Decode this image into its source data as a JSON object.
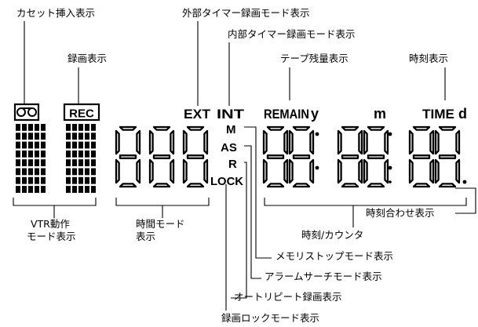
{
  "callouts": {
    "cassette_insert": "カセット挿入表示",
    "ext_timer_rec": "外部タイマー録画モード表示",
    "int_timer_rec": "内部タイマー録画モード表示",
    "rec_display": "録画表示",
    "tape_remain": "テープ残量表示",
    "time_display": "時刻表示",
    "vtr_mode_line1": "VTR動作",
    "vtr_mode_line2": "モード表示",
    "time_mode_line1": "時間モード",
    "time_mode_line2": "表示",
    "time_adjust": "時刻合わせ表示",
    "time_counter": "時刻/カウンタ",
    "memory_stop": "メモリストップモード表示",
    "alarm_search": "アラームサーチモード表示",
    "auto_repeat": "オートリピート録画表示",
    "rec_lock": "録画ロックモード表示"
  },
  "lcd": {
    "rec": "REC",
    "ext": "EXT",
    "int": "INT",
    "remain": "REMAIN",
    "y": "y",
    "m": "m",
    "time": "TIME",
    "d": "d",
    "mem": "M",
    "as": "AS",
    "r": "R",
    "lock": "LOCK"
  },
  "colors": {
    "ink": "#000000",
    "background": "#ffffff"
  },
  "icons": [
    "cassette-icon"
  ]
}
